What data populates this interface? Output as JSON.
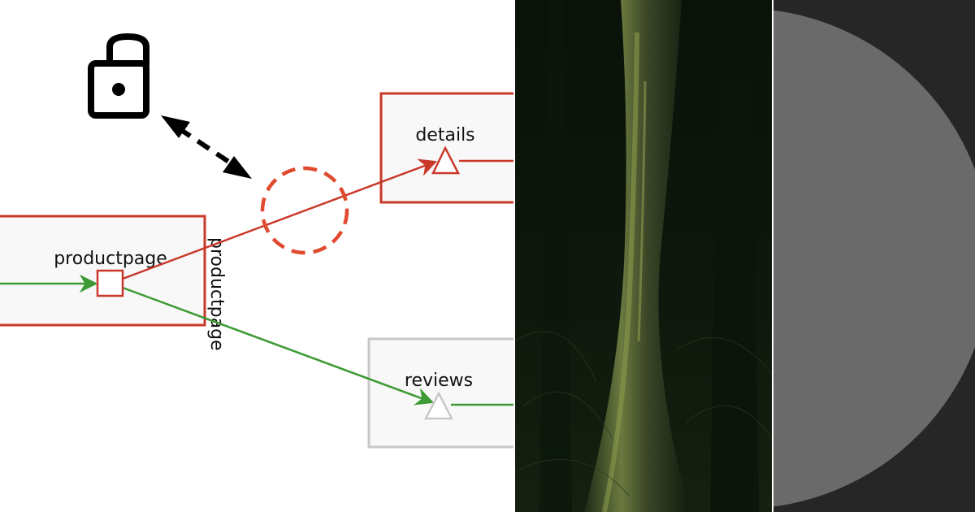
{
  "diagram": {
    "nodes": {
      "productpage": {
        "label": "productpage",
        "side_label": "productpage"
      },
      "details": {
        "label": "details"
      },
      "reviews": {
        "label": "reviews"
      }
    },
    "edges": [
      {
        "from": "productpage",
        "to": "details",
        "color": "#c9392a"
      },
      {
        "from": "productpage",
        "to": "reviews",
        "color": "#3d9a35"
      }
    ],
    "icons": [
      "unlocked-padlock-icon",
      "dashed-double-arrow-icon",
      "dashed-circle-marker-icon"
    ],
    "colors": {
      "node_border_active": "#c9392a",
      "node_border_inactive": "#c8c8c8",
      "node_fill": "#f8f8f8",
      "traffic_green": "#3d9a35",
      "traffic_red": "#c9392a",
      "marker_dashed": "#e04a2f"
    }
  },
  "photo": {
    "subject": "forest-tree-trunk-night"
  },
  "disc": {
    "colors": {
      "background": "#262626",
      "disc": "#6a6a6a"
    }
  }
}
